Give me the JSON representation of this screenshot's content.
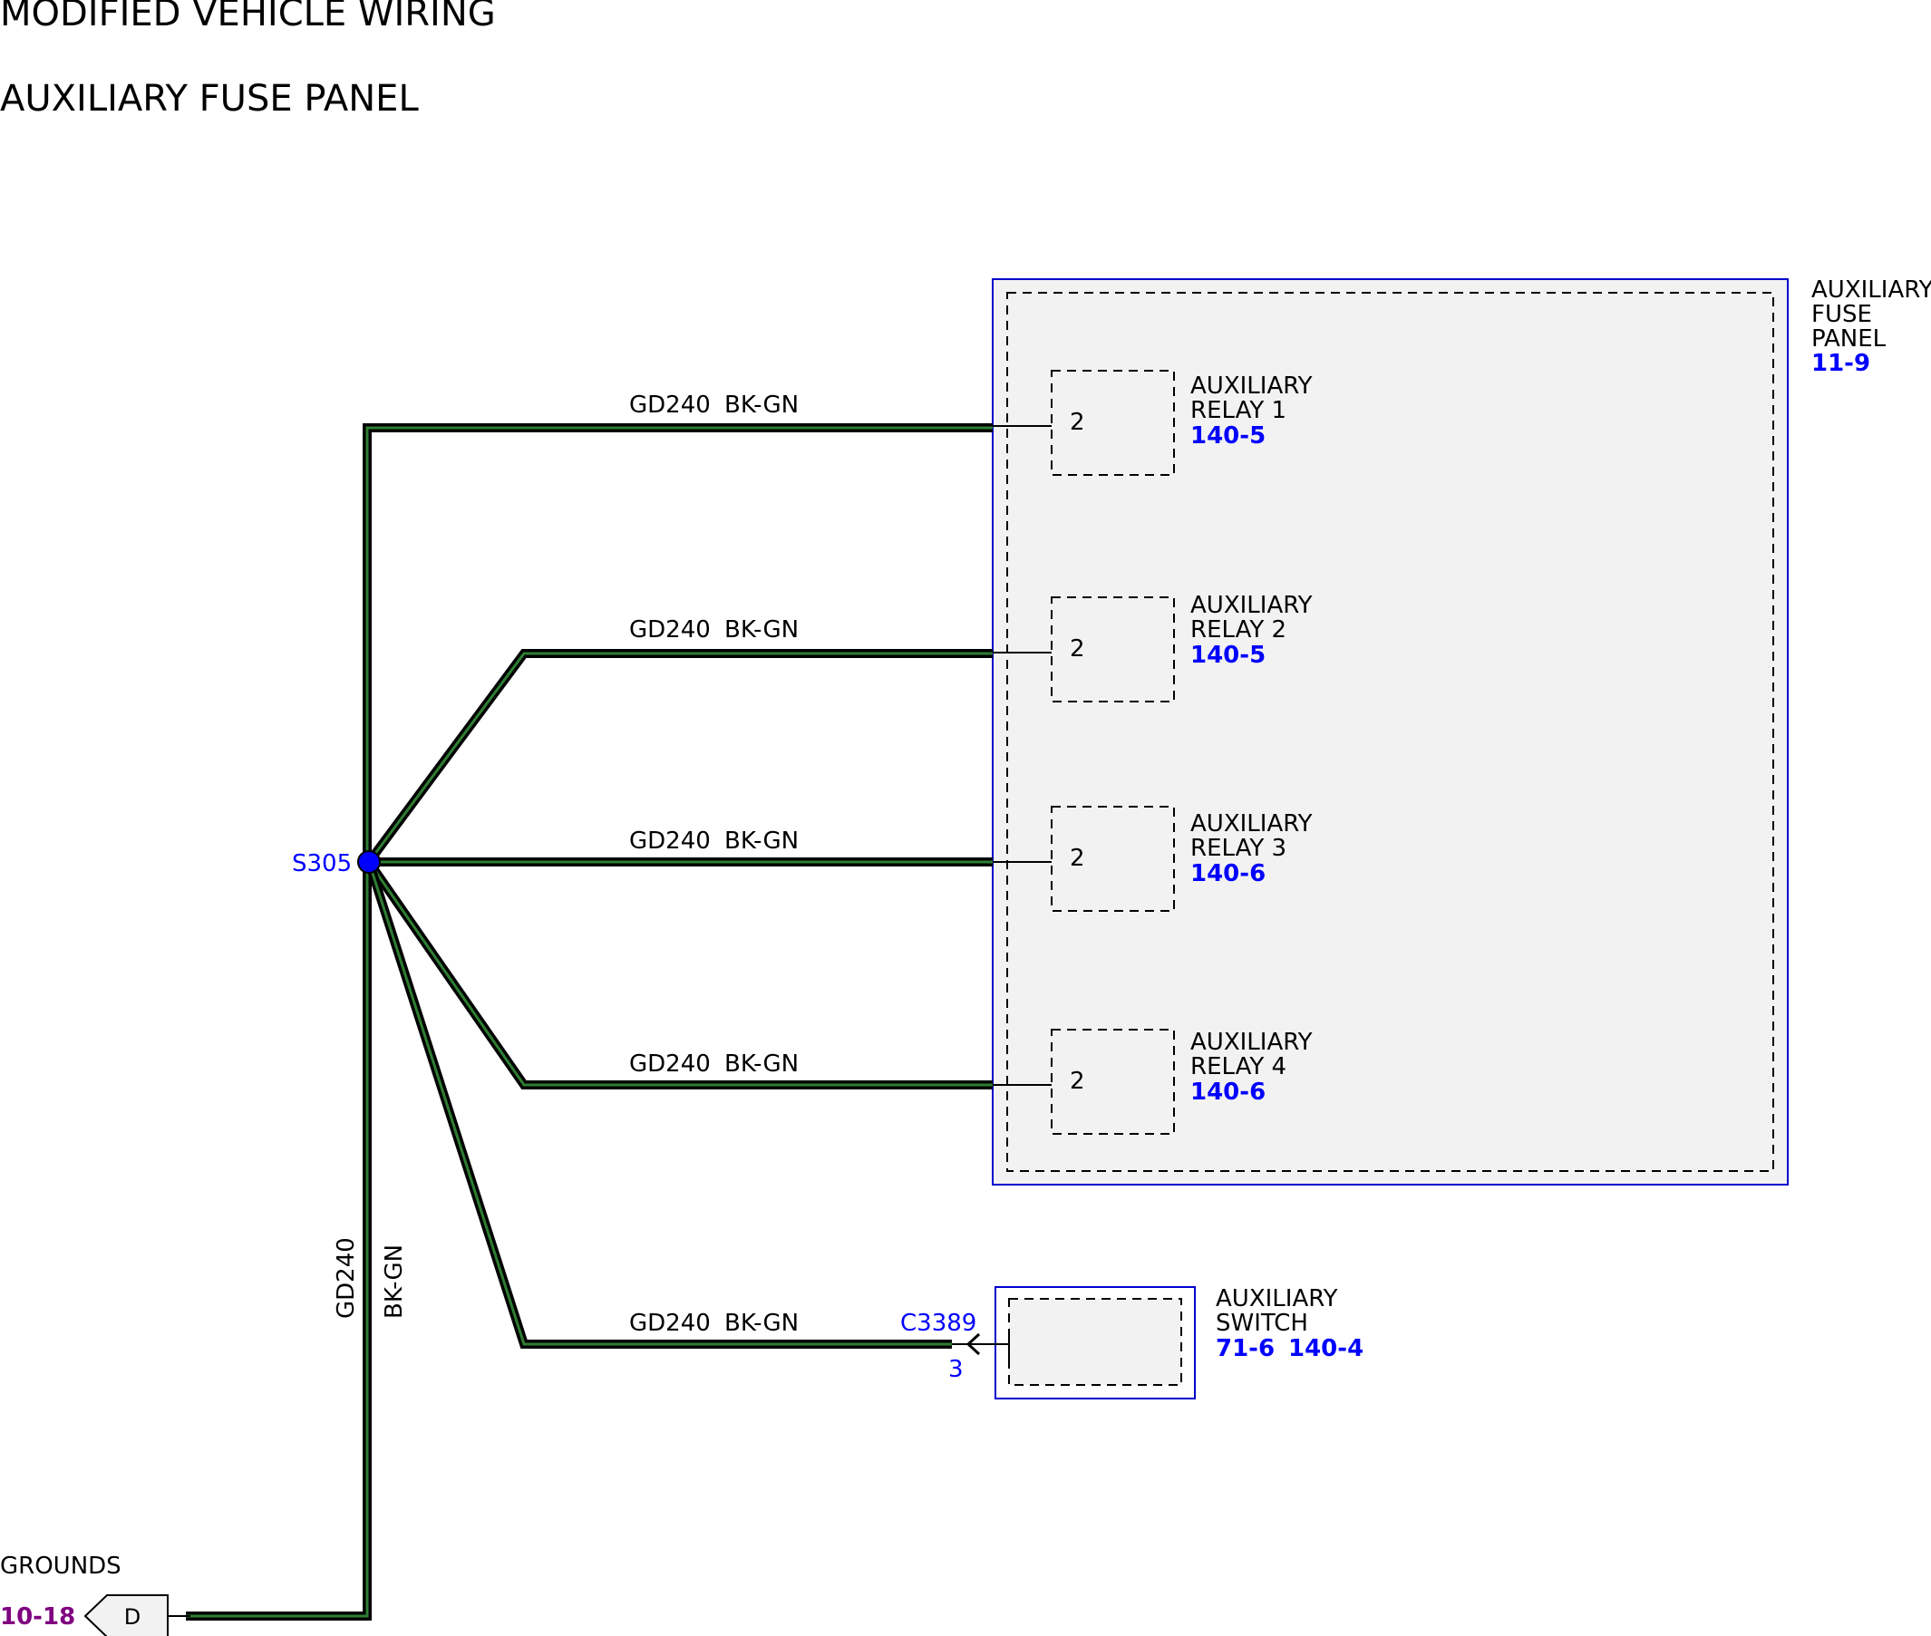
{
  "header": {
    "title": "MODIFIED VEHICLE WIRING",
    "subtitle": "AUXILIARY FUSE PANEL"
  },
  "colors": {
    "wire_outer": "#000000",
    "wire_stripe": "#2e7d32",
    "reference_blue": "#0000ff",
    "reference_purple": "#800080",
    "panel_fill": "#f2f2f2",
    "panel_border": "#0000cc"
  },
  "splice": {
    "id": "S305"
  },
  "wires": [
    {
      "circuit": "GD240",
      "color": "BK-GN"
    },
    {
      "circuit": "GD240",
      "color": "BK-GN"
    },
    {
      "circuit": "GD240",
      "color": "BK-GN"
    },
    {
      "circuit": "GD240",
      "color": "BK-GN"
    },
    {
      "circuit": "GD240",
      "color": "BK-GN"
    }
  ],
  "trunk_wire": {
    "circuit": "GD240",
    "color": "BK-GN"
  },
  "fuse_panel": {
    "name_lines": [
      "AUXILIARY",
      "FUSE",
      "PANEL"
    ],
    "ref": "11-9",
    "relays": [
      {
        "pin": "2",
        "name_lines": [
          "AUXILIARY",
          "RELAY 1"
        ],
        "ref": "140-5"
      },
      {
        "pin": "2",
        "name_lines": [
          "AUXILIARY",
          "RELAY 2"
        ],
        "ref": "140-5"
      },
      {
        "pin": "2",
        "name_lines": [
          "AUXILIARY",
          "RELAY 3"
        ],
        "ref": "140-6"
      },
      {
        "pin": "2",
        "name_lines": [
          "AUXILIARY",
          "RELAY 4"
        ],
        "ref": "140-6"
      }
    ]
  },
  "aux_switch": {
    "connector": "C3389",
    "pin": "3",
    "name_lines": [
      "AUXILIARY",
      "SWITCH"
    ],
    "refs": [
      "71-6",
      "140-4"
    ]
  },
  "ground": {
    "label": "GROUNDS",
    "ref": "10-18",
    "letter": "D"
  }
}
